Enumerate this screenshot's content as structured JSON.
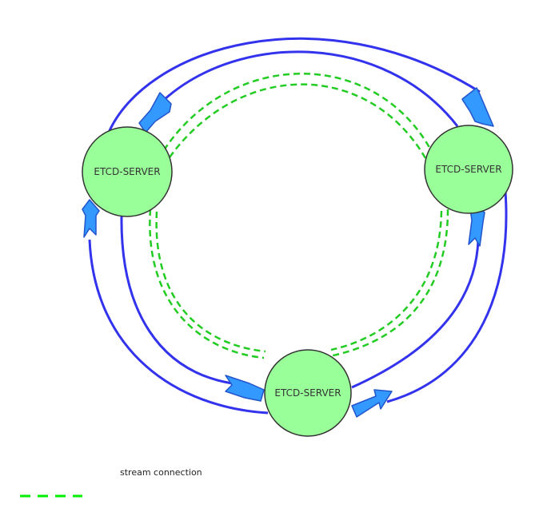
{
  "nodes": [
    {
      "id": "left",
      "label": "ETCD-SERVER"
    },
    {
      "id": "right",
      "label": "ETCD-SERVER"
    },
    {
      "id": "bottom",
      "label": "ETCD-SERVER"
    }
  ],
  "legend": {
    "label": "stream connection"
  },
  "colors": {
    "node_fill": "#99ff99",
    "node_stroke": "#333333",
    "outer_arc": "#3333ee",
    "arrow_fill": "#3399ff",
    "arrow_stroke": "#2255cc",
    "stream_dash": "#22cc22",
    "legend_dash": "#00ee00"
  }
}
